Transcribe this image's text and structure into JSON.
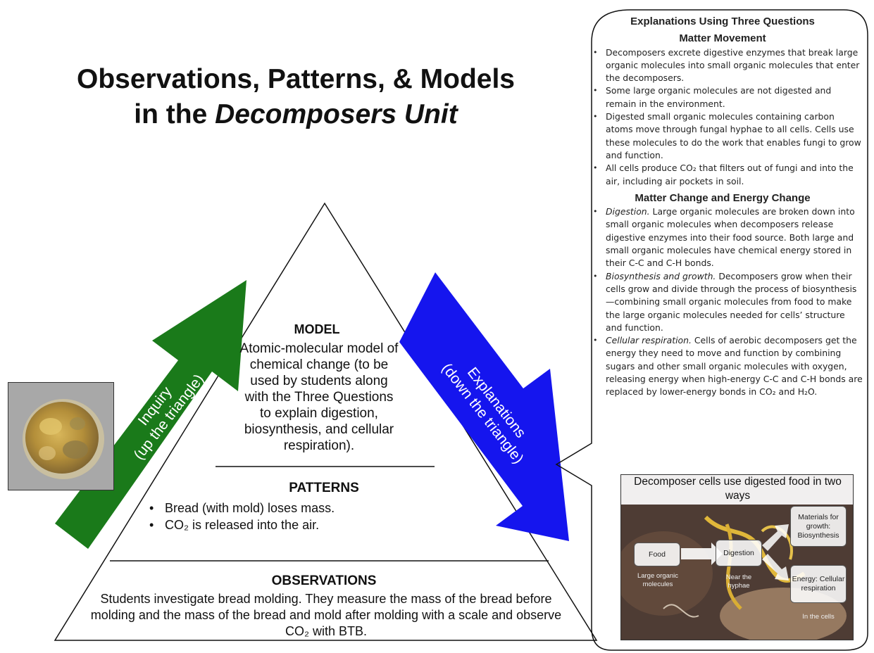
{
  "title": {
    "line1": "Observations, Patterns, & Models",
    "line2_prefix": "in the ",
    "line2_italic": "Decomposers Unit"
  },
  "pyramid": {
    "model": {
      "heading": "MODEL",
      "text": "Atomic-molecular model of chemical change (to be used by students along with the Three Questions to explain digestion, biosynthesis, and cellular respiration)."
    },
    "patterns": {
      "heading": "PATTERNS",
      "items": [
        "Bread (with mold) loses mass.",
        "CO₂ is released into the air."
      ]
    },
    "observations": {
      "heading": "OBSERVATIONS",
      "text": "Students investigate bread molding. They measure the mass of the bread before molding and the mass of the bread and mold after molding with a scale and observe CO₂ with BTB."
    }
  },
  "arrows": {
    "inquiry": {
      "line1": "Inquiry",
      "line2": "(up the triangle)",
      "color": "#1a7a1a"
    },
    "explanations": {
      "line1": "Explanations",
      "line2": "(down the triangle)",
      "color": "#1515ee"
    }
  },
  "panel": {
    "title": "Explanations Using Three Questions",
    "matter_movement": {
      "heading": "Matter Movement",
      "items": [
        "Decomposers excrete digestive enzymes that break large organic molecules into small organic molecules that enter the decomposers.",
        "Some large organic molecules are not digested and remain in the environment.",
        "Digested small organic molecules containing carbon atoms move through fungal hyphae to all cells. Cells use these molecules to do the work that enables fungi to grow and function.",
        "All cells produce CO₂ that filters out of fungi and into the air, including air pockets in soil."
      ]
    },
    "matter_energy": {
      "heading": "Matter Change and Energy Change",
      "items": [
        {
          "lead": "Digestion.",
          "text": " Large organic molecules are broken down into small organic molecules when decomposers release digestive enzymes into their food source. Both large and small organic molecules have chemical energy stored in their C-C and C-H bonds."
        },
        {
          "lead": "Biosynthesis and growth.",
          "text": " Decomposers grow when their cells grow and divide through the process of biosynthesis—combining small organic molecules from food to make the large organic molecules needed for cells’ structure and function."
        },
        {
          "lead": "Cellular respiration.",
          "text": " Cells of aerobic decomposers get the energy they need to move and function by combining sugars and other small organic molecules with oxygen, releasing energy when high-energy C-C and C-H bonds are replaced by lower-energy bonds in CO₂ and H₂O."
        }
      ]
    },
    "inset": {
      "title": "Decomposer cells use digested food in two ways",
      "food": "Food",
      "food_note": "Large organic molecules",
      "digestion": "Digestion",
      "digestion_note": "Near the hyphae",
      "materials": "Materials for growth: Biosynthesis",
      "energy": "Energy: Cellular respiration",
      "cells_note": "In the cells"
    }
  }
}
